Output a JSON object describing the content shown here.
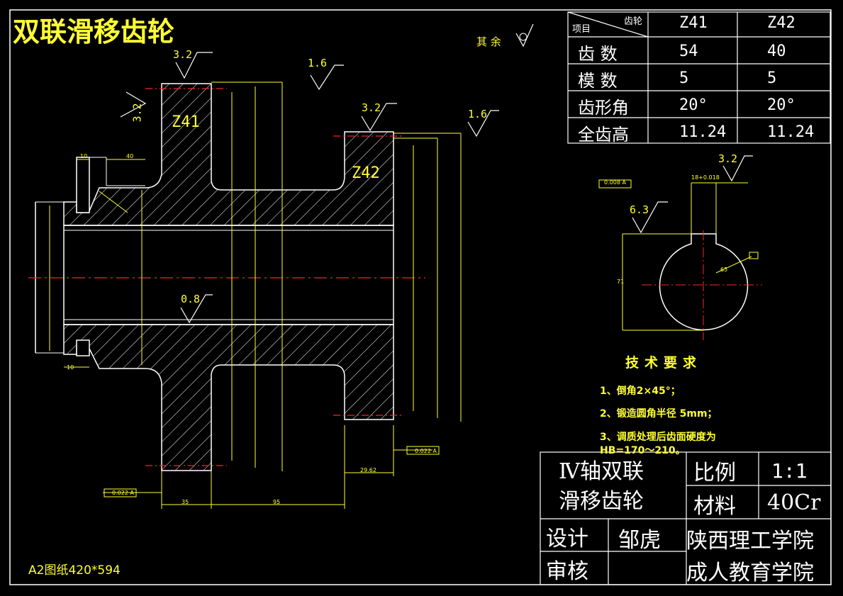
{
  "title": "双联滑移齿轮",
  "paper_size": "A2图纸420*594",
  "surface_finish_note": "其 余",
  "gear_labels": {
    "z41": "Z41",
    "z42": "Z42"
  },
  "roughness": {
    "r1": "3.2",
    "r2": "1.6",
    "r3": "3.2",
    "r4": "1.6",
    "r5": "3.2",
    "r6": "0.8",
    "r7": "6.3",
    "r8": "3.2"
  },
  "dimensions": {
    "d1": "10",
    "d2": "40",
    "d3": "10",
    "d4": "35",
    "d5": "95",
    "d6": "29.62",
    "keyway_width": "18+0.018",
    "keyway_depth": "71",
    "bore": "65",
    "tol1": "0.022 A",
    "tol2": "0.022 A",
    "tol3": "0.008 A"
  },
  "gear_table": {
    "header_item": "项目",
    "header_gear": "齿轮",
    "col1": "Z41",
    "col2": "Z42",
    "rows": [
      {
        "label": "齿  数",
        "v1": "54",
        "v2": "40"
      },
      {
        "label": "模  数",
        "v1": "5",
        "v2": "5"
      },
      {
        "label": "齿形角",
        "v1": "20°",
        "v2": "20°"
      },
      {
        "label": "全齿高",
        "v1": "11.24",
        "v2": "11.24"
      }
    ]
  },
  "requirements": {
    "title": "技术要求",
    "items": [
      "1、倒角2×45°；",
      "2、锻造圆角半径 5mm；",
      "3、调质处理后齿面硬度为",
      "HB=170～210。"
    ]
  },
  "title_block": {
    "part_name_line1": "Ⅳ轴双联",
    "part_name_line2": "滑移齿轮",
    "scale_label": "比例",
    "scale_value": "1:1",
    "material_label": "材料",
    "material_value": "40Cr",
    "design_label": "设计",
    "designer": "邹虎",
    "review_label": "审核",
    "school_line1": "陕西理工学院",
    "school_line2": "成人教育学院"
  }
}
